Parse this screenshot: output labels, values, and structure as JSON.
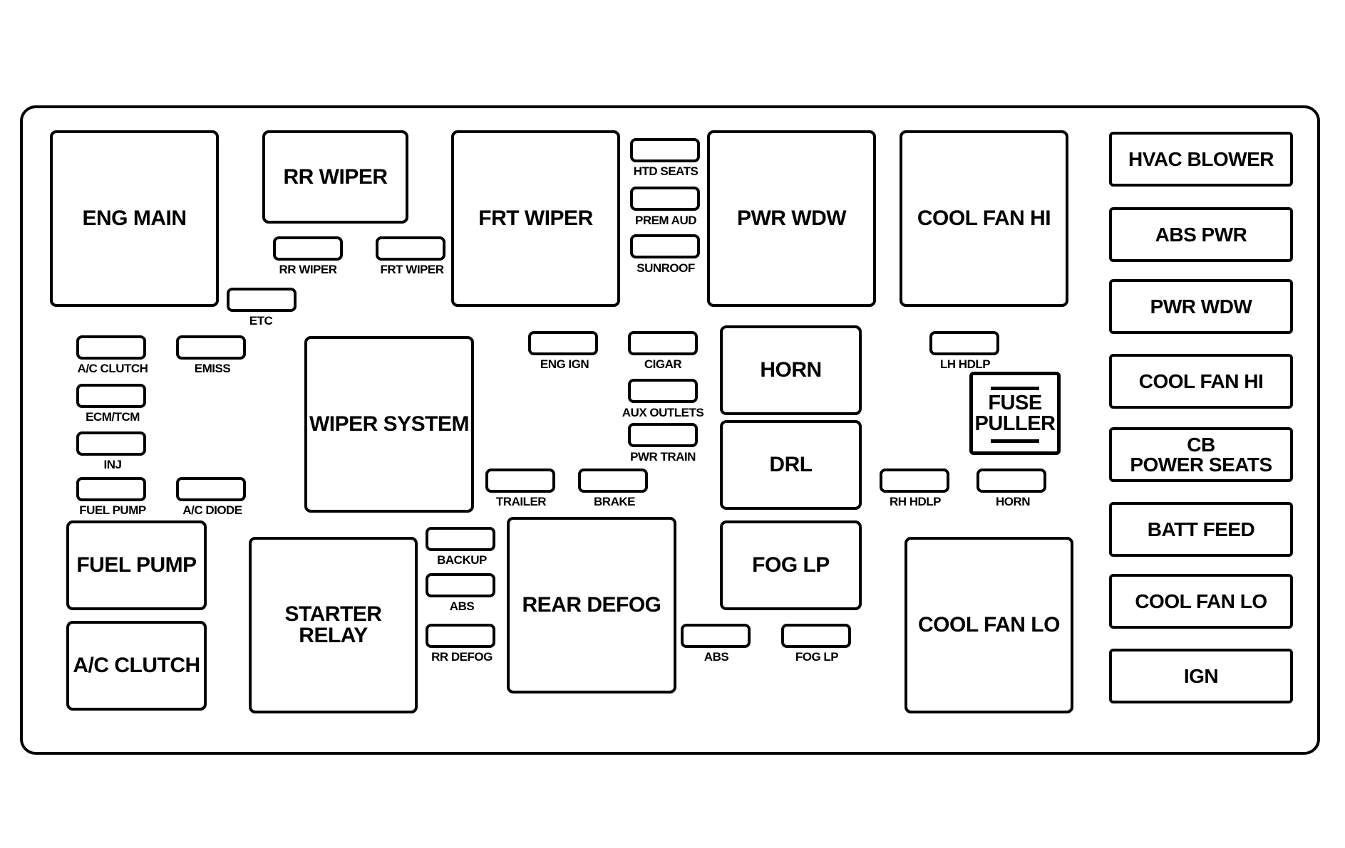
{
  "relays": [
    {
      "id": "eng-main",
      "label": "ENG MAIN"
    },
    {
      "id": "rr-wiper",
      "label": "RR WIPER"
    },
    {
      "id": "frt-wiper",
      "label": "FRT WIPER"
    },
    {
      "id": "pwr-wdw",
      "label": "PWR WDW"
    },
    {
      "id": "cool-fan-hi",
      "label": "COOL FAN HI"
    },
    {
      "id": "wiper-system",
      "label": "WIPER SYSTEM"
    },
    {
      "id": "horn",
      "label": "HORN"
    },
    {
      "id": "drl",
      "label": "DRL"
    },
    {
      "id": "fuel-pump",
      "label": "FUEL PUMP"
    },
    {
      "id": "ac-clutch",
      "label": "A/C CLUTCH"
    },
    {
      "id": "starter-relay",
      "label": "STARTER\nRELAY"
    },
    {
      "id": "rear-defog",
      "label": "REAR DEFOG"
    },
    {
      "id": "fog-lp",
      "label": "FOG LP"
    },
    {
      "id": "cool-fan-lo",
      "label": "COOL FAN LO"
    }
  ],
  "side_fuses": [
    {
      "id": "hvac-blower",
      "label": "HVAC BLOWER"
    },
    {
      "id": "abs-pwr",
      "label": "ABS PWR"
    },
    {
      "id": "pwr-wdw",
      "label": "PWR WDW"
    },
    {
      "id": "cool-fan-hi",
      "label": "COOL FAN HI"
    },
    {
      "id": "cb-power-seats",
      "label": "CB\nPOWER SEATS"
    },
    {
      "id": "batt-feed",
      "label": "BATT FEED"
    },
    {
      "id": "cool-fan-lo",
      "label": "COOL FAN LO"
    },
    {
      "id": "ign",
      "label": "IGN"
    }
  ],
  "mini_fuses": [
    {
      "id": "htd-seats",
      "label": "HTD SEATS"
    },
    {
      "id": "prem-aud",
      "label": "PREM AUD"
    },
    {
      "id": "sunroof",
      "label": "SUNROOF"
    },
    {
      "id": "rr-wiper",
      "label": "RR WIPER"
    },
    {
      "id": "frt-wiper",
      "label": "FRT WIPER"
    },
    {
      "id": "etc",
      "label": "ETC"
    },
    {
      "id": "ac-clutch",
      "label": "A/C CLUTCH"
    },
    {
      "id": "emiss",
      "label": "EMISS"
    },
    {
      "id": "ecm-tcm",
      "label": "ECM/TCM"
    },
    {
      "id": "inj",
      "label": "INJ"
    },
    {
      "id": "fuel-pump",
      "label": "FUEL PUMP"
    },
    {
      "id": "ac-diode",
      "label": "A/C DIODE"
    },
    {
      "id": "eng-ign",
      "label": "ENG IGN"
    },
    {
      "id": "cigar",
      "label": "CIGAR"
    },
    {
      "id": "aux-outlets",
      "label": "AUX OUTLETS"
    },
    {
      "id": "pwr-train",
      "label": "PWR TRAIN"
    },
    {
      "id": "trailer",
      "label": "TRAILER"
    },
    {
      "id": "brake",
      "label": "BRAKE"
    },
    {
      "id": "backup",
      "label": "BACKUP"
    },
    {
      "id": "abs-1",
      "label": "ABS"
    },
    {
      "id": "rr-defog",
      "label": "RR DEFOG"
    },
    {
      "id": "abs-2",
      "label": "ABS"
    },
    {
      "id": "fog-lp",
      "label": "FOG LP"
    },
    {
      "id": "lh-hdlp",
      "label": "LH HDLP"
    },
    {
      "id": "rh-hdlp",
      "label": "RH HDLP"
    },
    {
      "id": "horn",
      "label": "HORN"
    }
  ],
  "fuse_puller": {
    "label": "FUSE\nPULLER"
  }
}
